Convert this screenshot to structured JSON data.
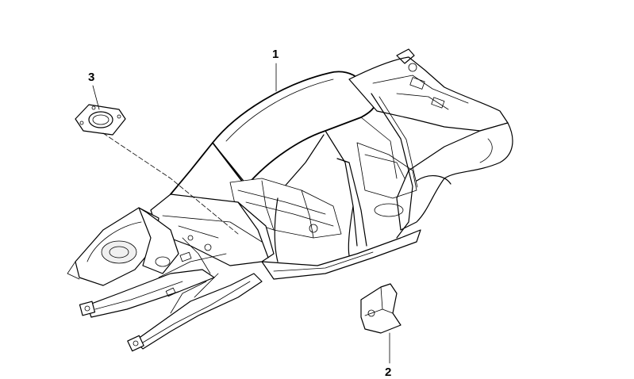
{
  "callouts": [
    {
      "id": "1",
      "label": "1"
    },
    {
      "id": "3",
      "label": "3"
    },
    {
      "id": "2",
      "label": "2"
    }
  ]
}
